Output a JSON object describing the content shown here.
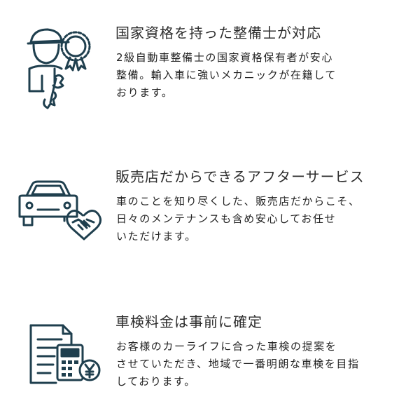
{
  "icon_color": "#1f3f4e",
  "features": [
    {
      "icon": "mechanic-with-badge-icon",
      "title": "国家資格を持った整備士が対応",
      "lines": [
        "2級自動車整備士の国家資格保有者が安心",
        "整備。輸入車に強いメカニックが在籍して",
        "おります。"
      ]
    },
    {
      "icon": "car-handshake-icon",
      "title": "販売店だからできるアフターサービス",
      "lines": [
        "車のことを知り尽くした、販売店だからこそ、",
        "日々のメンテナンスも含め安心してお任せ",
        "いただけます。"
      ]
    },
    {
      "icon": "document-calculator-yen-icon",
      "title": "車検料金は事前に確定",
      "lines": [
        "お客様のカーライフに合った車検の提案を",
        "させていただき、地域で一番明朗な車検を目指",
        "しております。"
      ]
    }
  ]
}
